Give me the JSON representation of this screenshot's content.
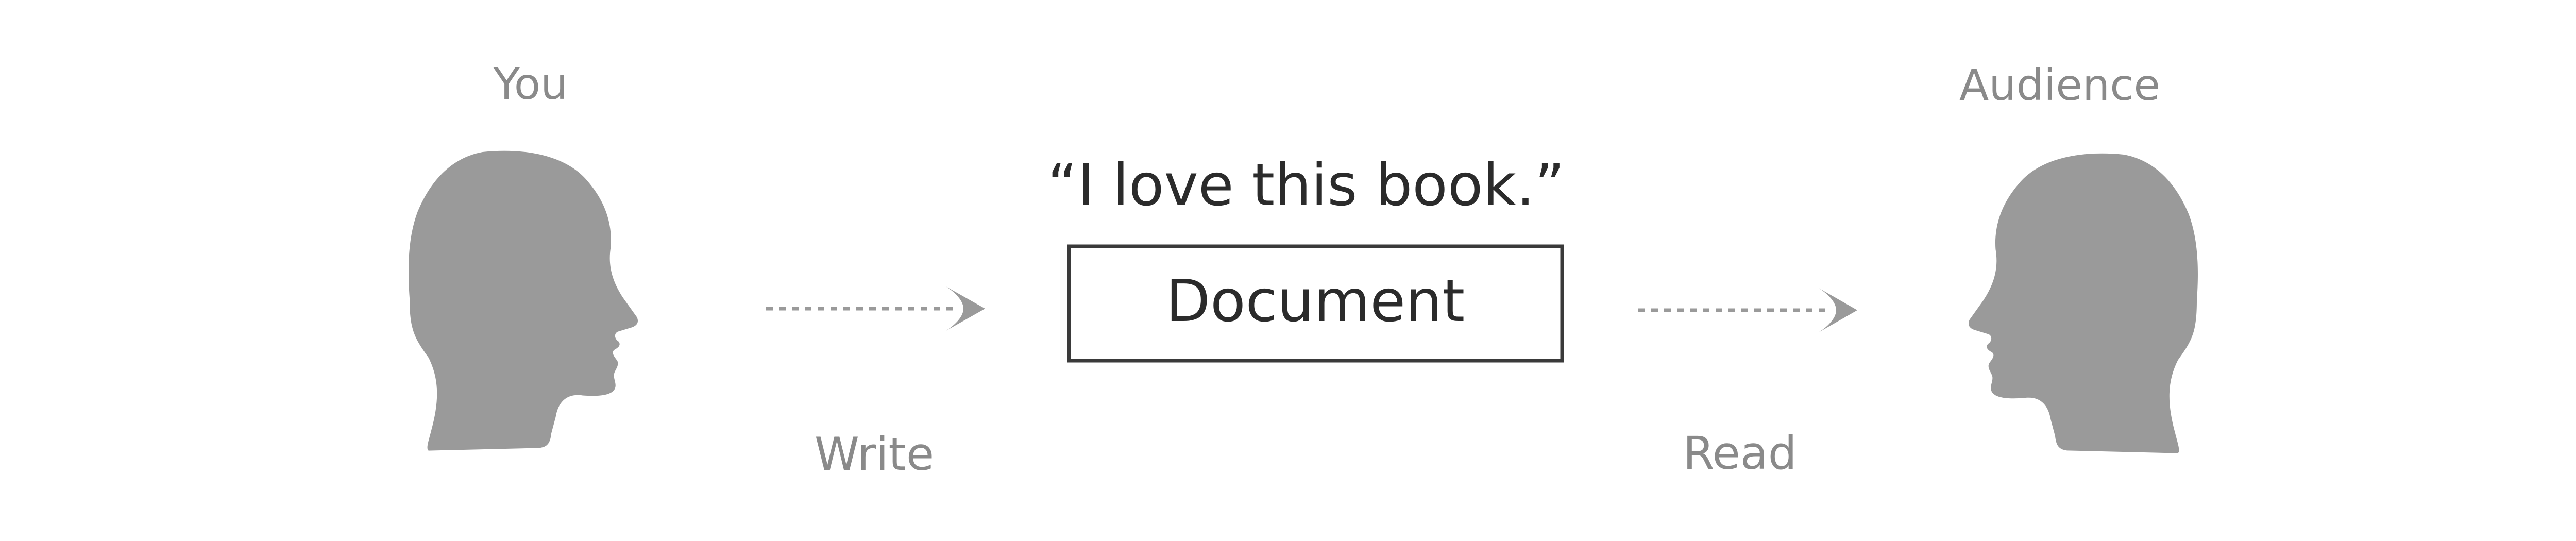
{
  "participants": {
    "left_label": "You",
    "right_label": "Audience"
  },
  "quote": "“I love this book.”",
  "document_label": "Document",
  "actions": {
    "write": "Write",
    "read": "Read"
  },
  "colors": {
    "head_fill": "#9a9a9a",
    "gray_text": "#8a8a8a",
    "dark_text": "#2b2b2b",
    "box_stroke": "#3a3a3a",
    "arrow": "#9a9a9a"
  },
  "icons": {
    "left_head": "head-profile-facing-right-icon",
    "right_head": "head-profile-facing-left-icon"
  }
}
